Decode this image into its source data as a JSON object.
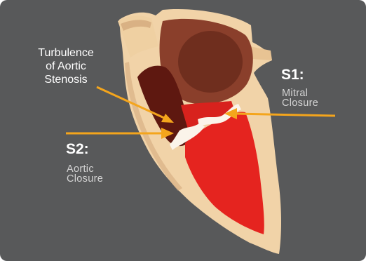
{
  "diagram": {
    "callouts": {
      "turbulence": {
        "text": "Turbulence\nof Aortic\nStenosis"
      },
      "s1": {
        "title": "S1:",
        "subtitle": "Mitral\nClosure"
      },
      "s2": {
        "title": "S2:",
        "subtitle": "Aortic\nClosure"
      }
    },
    "colors": {
      "background": "#58595a",
      "heart_wall": "#f1d3a8",
      "wall_shadow": "#d9b184",
      "chamber_red": "#e5241f",
      "dark_blood": "#5e1810",
      "atrium": "#8a3f2b",
      "arrow": "#f4a51c"
    }
  }
}
